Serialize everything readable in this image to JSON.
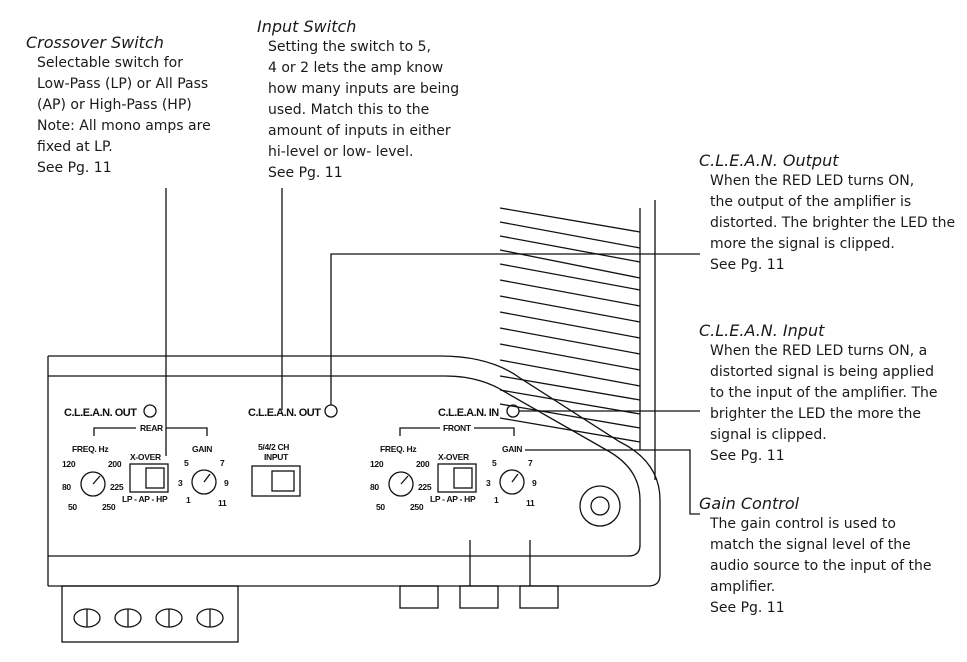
{
  "callouts": {
    "crossover": {
      "title": "Crossover Switch",
      "lines": [
        "Selectable switch for",
        "Low-Pass (LP) or All Pass",
        "(AP) or High-Pass (HP)",
        "Note: All mono amps are",
        "fixed at LP.",
        "See Pg. 11"
      ]
    },
    "input": {
      "title": "Input Switch",
      "lines": [
        "Setting the switch to 5,",
        "4 or 2 lets the amp know",
        "how many inputs are being",
        "used. Match this to the",
        "amount of inputs in either",
        "hi-level or low- level.",
        "See Pg. 11"
      ]
    },
    "clean_output": {
      "title": "C.L.E.A.N. Output",
      "lines": [
        "When the RED LED turns ON,",
        "the output of the amplifier is",
        "distorted. The brighter the LED the",
        "more the signal is clipped.",
        "See Pg. 11"
      ]
    },
    "clean_input": {
      "title": "C.L.E.A.N. Input",
      "lines": [
        "When the RED LED turns ON, a",
        "distorted signal is being applied",
        "to the input of the amplifier. The",
        "brighter the LED the more the",
        "signal is clipped.",
        "See Pg. 11"
      ]
    },
    "gain": {
      "title": "Gain Control",
      "lines": [
        "The gain control is used to",
        "match the signal level of the",
        "audio source to the input of the",
        "amplifier.",
        "See Pg. 11"
      ]
    }
  },
  "panel": {
    "clean_out_rear": "C.L.E.A.N. OUT",
    "rear": "REAR",
    "clean_out_center": "C.L.E.A.N. OUT",
    "clean_in": "C.L.E.A.N. IN",
    "front": "FRONT",
    "freq_hz": "FREQ. Hz",
    "xover": "X-OVER",
    "gain": "GAIN",
    "lp_ap_hp": "LP - AP - HP",
    "input_top": "5/4/2 CH",
    "input_bottom": "INPUT",
    "freq_marks": [
      "120",
      "200",
      "80",
      "225",
      "50",
      "250"
    ],
    "gain_marks": [
      "5",
      "7",
      "3",
      "9",
      "1",
      "11"
    ]
  }
}
